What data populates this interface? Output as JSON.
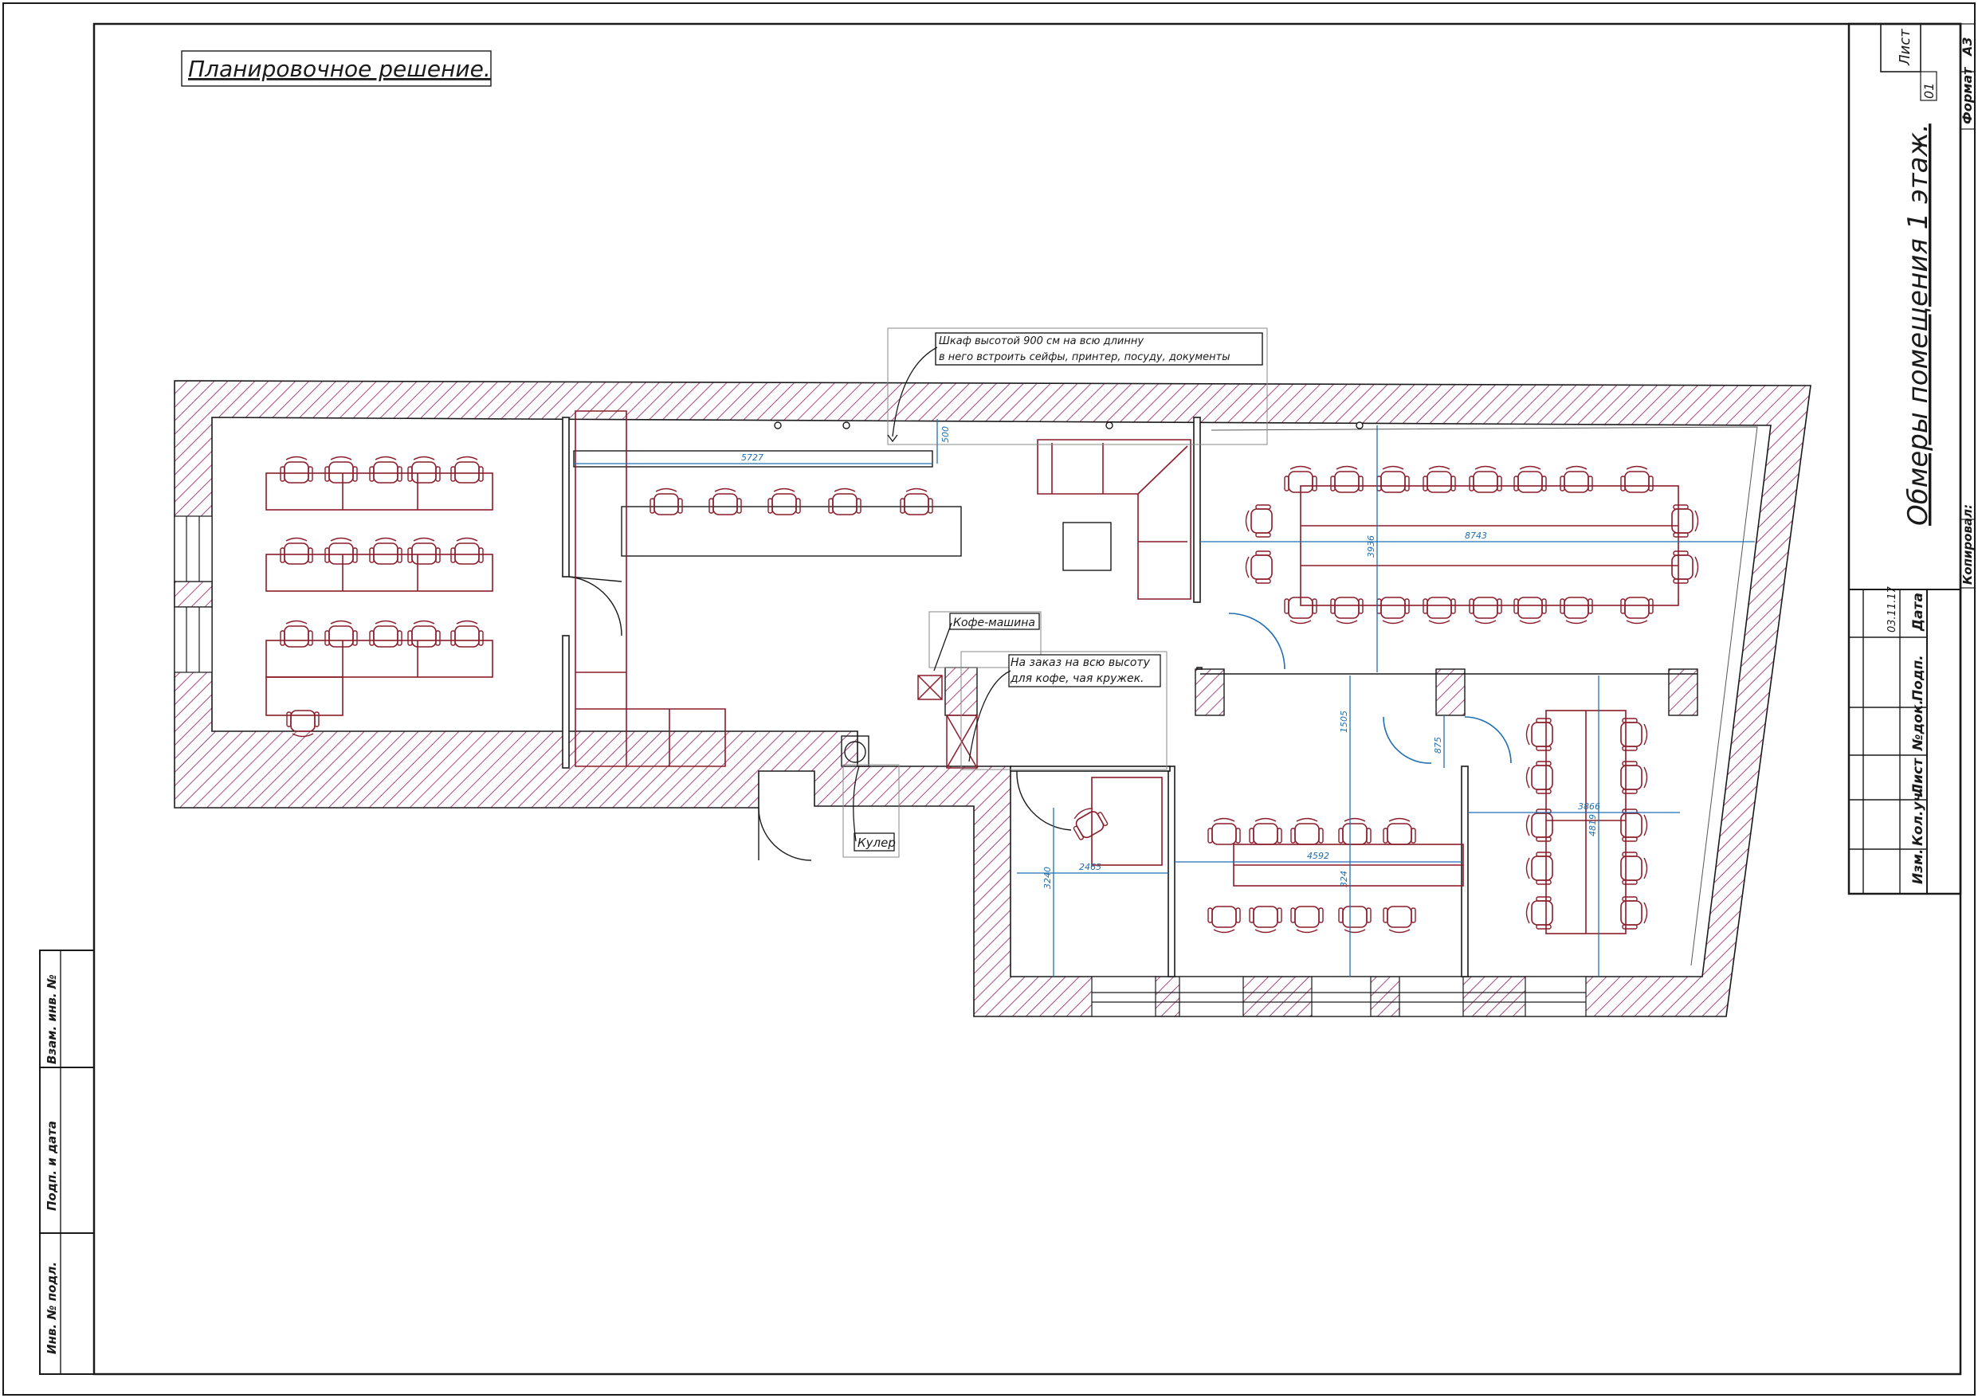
{
  "sheet": {
    "title": "Планировочное решение.",
    "format_label": "Формат",
    "format_value": "А3",
    "copied_label": "Копировал:"
  },
  "title_block": {
    "sheet_label": "Лист",
    "sheet_number": "01",
    "drawing_title": "Обмеры помещения 1 этаж.",
    "date_value": "03.11.17",
    "columns": [
      "Изм.",
      "Кол.уч.",
      "Лист",
      "№док.",
      "Подп.",
      "Дата"
    ]
  },
  "side_stamp": [
    "Взам. инв. №",
    "Подп. и дата",
    "Инв. № подл."
  ],
  "annotations": {
    "cabinet_line1": "Шкаф высотой 900 см на всю длинну",
    "cabinet_line2": "в него встроить сейфы, принтер, посуду, документы",
    "coffee_machine": "Кофе-машина",
    "custom_line1": "На заказ на всю высоту",
    "custom_line2": "для кофе, чая кружек.",
    "cooler": "Кулер"
  },
  "dimensions": {
    "d5727": "5727",
    "d500": "500",
    "d8743": "8743",
    "d3936": "3936",
    "d1505": "1505",
    "d875": "875",
    "d3866": "3866",
    "d4819": "4819",
    "d2465": "2465",
    "d3240": "3240",
    "d4592": "4592",
    "d324": "324"
  },
  "colors": {
    "line": "#1a1a1a",
    "wall_hatch": "#a8477d",
    "furniture": "#8b1c2a",
    "dimension": "#1f6fb2"
  }
}
